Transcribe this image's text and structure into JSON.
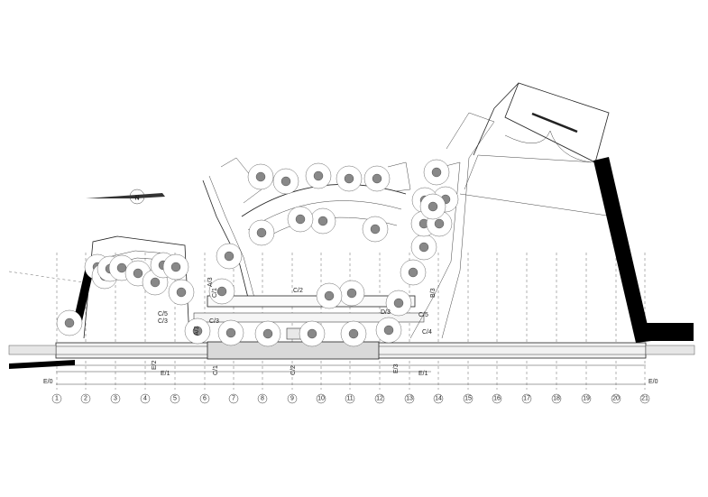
{
  "north_arrow": {
    "letter": "N"
  },
  "axis_labels": {
    "e0_left": "E/0",
    "e0_right": "E/0",
    "e1_left": "E/1",
    "e1_right": "E/1",
    "e2": "E/2",
    "e3": "E/3",
    "c1_top": "C/1",
    "c1_bottom": "C/1",
    "c2_top": "C/2",
    "c2_bottom": "C/2",
    "c3_left": "C/3",
    "c3_right": "C/3",
    "c4": "C/4",
    "c5_left": "C/5",
    "c5_right": "C/5",
    "a3_top": "A/3",
    "a3_bottom": "A/3",
    "d3": "D/3",
    "b3": "B/3"
  },
  "grid_numbers": [
    "1",
    "2",
    "3",
    "4",
    "5",
    "6",
    "7",
    "8",
    "9",
    "10",
    "11",
    "12",
    "13",
    "14",
    "15",
    "16",
    "17",
    "18",
    "19",
    "20",
    "21"
  ]
}
